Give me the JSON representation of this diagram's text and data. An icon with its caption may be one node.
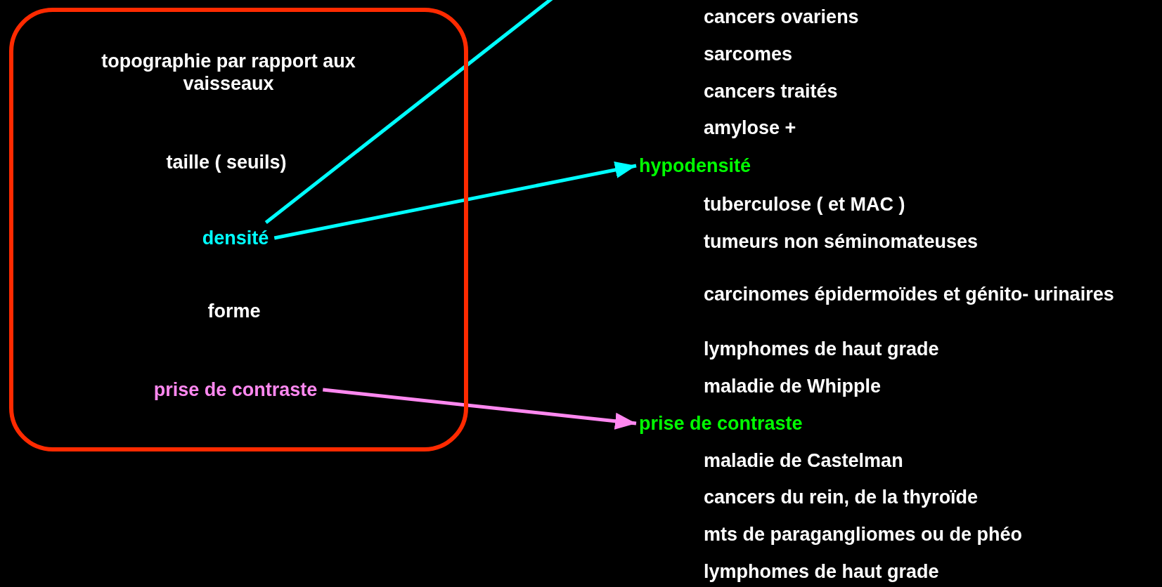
{
  "diagram": {
    "nodes": [
      {
        "text": [],
        "shape": "box"
      },
      {
        "text": [
          "topographie par rapport aux vaisseaux"
        ],
        "in": 0
      },
      {
        "text": [
          "taille  ( seuils)"
        ],
        "in": 0
      },
      {
        "text": [
          "densité"
        ],
        "in": 0
      },
      {
        "text": [
          "forme"
        ],
        "in": 0
      },
      {
        "text": [
          "prise de contraste"
        ],
        "in": 0
      },
      {
        "text": [
          "hypodensité"
        ]
      },
      {
        "text": [
          "prise de contraste"
        ]
      }
    ],
    "edges": [
      {
        "from": 3,
        "to": null,
        "arrow": "none",
        "color": "#00ffff"
      },
      {
        "from": 3,
        "to": 6,
        "arrow": "to",
        "color": "#00ffff"
      },
      {
        "from": 5,
        "to": 7,
        "arrow": "to",
        "color": "#ff88f0"
      }
    ],
    "labels": [
      "cancers ovariens",
      "sarcomes",
      "cancers traités",
      "amylose +",
      "tuberculose ( et MAC )",
      "tumeurs non séminomateuses",
      "carcinomes épidermoïdes et génito- urinaires",
      "lymphomes de haut grade",
      "maladie de Whipple",
      "maladie de Castelman",
      "cancers du rein, de la thyroïde",
      "mts de paragangliomes ou de phéo",
      "lymphomes de haut grade"
    ]
  }
}
